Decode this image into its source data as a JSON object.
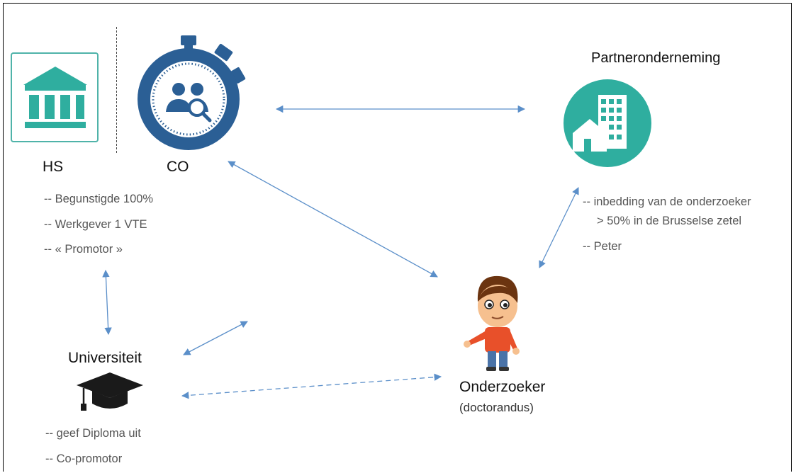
{
  "nodes": {
    "hs": {
      "label": "HS",
      "bullets": [
        "-- Begunstigde 100%",
        "-- Werkgever 1 VTE",
        "-- « Promotor »"
      ]
    },
    "co": {
      "label": "CO"
    },
    "partner": {
      "label": "Partneronderneming",
      "bullets": [
        "-- inbedding van de onderzoeker",
        "> 50% in de Brusselse zetel",
        "-- Peter"
      ]
    },
    "universiteit": {
      "label": "Universiteit",
      "bullets": [
        "-- geef Diploma uit",
        "-- Co-promotor"
      ]
    },
    "onderzoeker": {
      "label": "Onderzoeker",
      "sublabel": "(doctorandus)"
    }
  },
  "colors": {
    "teal": "#2fae9f",
    "navy": "#2b5f95",
    "arrow": "#5b8fc9"
  },
  "icons": {
    "hs": "bank-icon",
    "co": "stopwatch-people-icon",
    "partner": "building-icon",
    "universiteit": "graduation-cap-icon",
    "onderzoeker": "person-icon"
  }
}
